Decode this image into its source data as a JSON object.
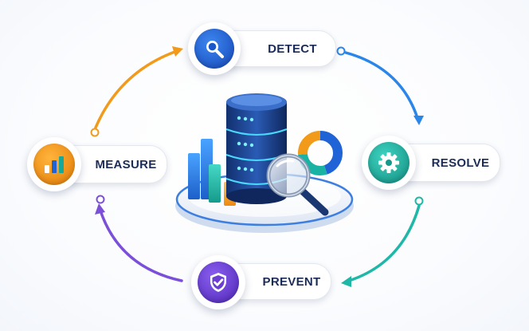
{
  "steps": {
    "detect": {
      "label": "DETECT",
      "icon": "magnifier-icon",
      "color": "#1f63d6"
    },
    "resolve": {
      "label": "RESOLVE",
      "icon": "gear-icon",
      "color": "#17a89a"
    },
    "prevent": {
      "label": "PREVENT",
      "icon": "shield-check-icon",
      "color": "#6a3fd1"
    },
    "measure": {
      "label": "MEASURE",
      "icon": "bar-chart-icon",
      "color": "#f08a0c"
    }
  },
  "center": {
    "illustration": "database-server-icon"
  },
  "arrows": {
    "detect_to_resolve": "#2a86e8",
    "resolve_to_prevent": "#1fb8a8",
    "prevent_to_measure": "#7b4fd8",
    "measure_to_detect": "#f29a1a"
  }
}
